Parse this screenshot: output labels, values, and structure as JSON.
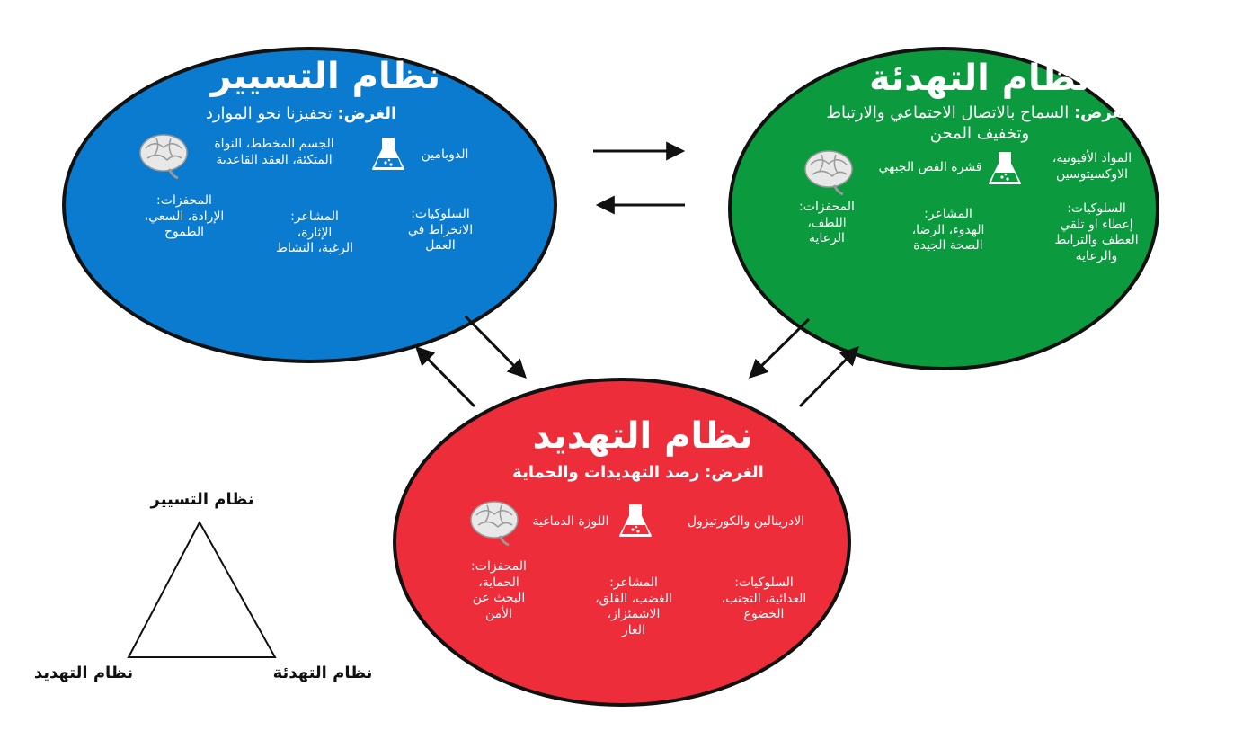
{
  "drive": {
    "title": "نظام التسيير",
    "purpose_label": "الغرض:",
    "purpose_text": "تحفيزنا نحو الموارد",
    "chemical": "الدوبامين",
    "brain_region_line1": "الجسم المخطط، النواة",
    "brain_region_line2": "المتكئة، العقد القاعدية",
    "motivations_title": "المحفزات:",
    "motivations_line1": "الإرادة، السعي،",
    "motivations_line2": "الطموح",
    "emotions_title": "المشاعر:",
    "emotions_line1": "الإثارة،",
    "emotions_line2": "الرغبة، النشاط",
    "behaviors_title": "السلوكيات:",
    "behaviors_line1": "الانخراط في",
    "behaviors_line2": "العمل"
  },
  "soothing": {
    "title": "نظام التهدئة",
    "purpose_label": "الغرض:",
    "purpose_line1": "السماح بالاتصال الاجتماعي والارتباط",
    "purpose_line2": "وتخفيف المحن",
    "chemical_line1": "المواد الأفيونية،",
    "chemical_line2": "الاوكسيتوسين",
    "brain_region": "قشرة الفص الجبهي",
    "motivations_title": "المحفزات:",
    "motivations_line1": "اللطف،",
    "motivations_line2": "الرعاية",
    "emotions_title": "المشاعر:",
    "emotions_line1": "الهدوء، الرضا،",
    "emotions_line2": "الصحة الجيدة",
    "behaviors_title": "السلوكيات:",
    "behaviors_line1": "إعطاء او تلقي",
    "behaviors_line2": "العطف والترابط",
    "behaviors_line3": "والرعاية"
  },
  "threat": {
    "title": "نظام التهديد",
    "purpose_label": "الغرض:",
    "purpose_text": "رصد التهديدات والحماية",
    "chemical": "الادرينالين والكورتيزول",
    "brain_region": "اللوزة الدماغية",
    "motivations_title": "المحفزات:",
    "motivations_line1": "الحماية،",
    "motivations_line2": "البحث عن",
    "motivations_line3": "الأمن",
    "emotions_title": "المشاعر:",
    "emotions_line1": "الغضب، القلق،",
    "emotions_line2": "الاشمئزاز،",
    "emotions_line3": "العار",
    "behaviors_title": "السلوكيات:",
    "behaviors_line1": "العدائية، التجنب،",
    "behaviors_line2": "الخضوع"
  },
  "triangle": {
    "top": "نظام التسيير",
    "left": "نظام التهديد",
    "right": "نظام التهدئة"
  },
  "colors": {
    "drive": "#0b7bcf",
    "soothing": "#0c9a3e",
    "threat": "#ed2d3a"
  }
}
